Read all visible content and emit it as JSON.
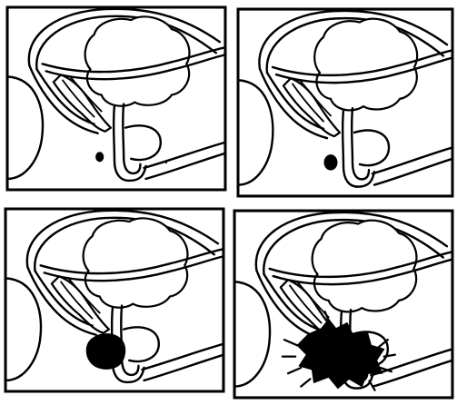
{
  "figure": {
    "panels": [
      {
        "stage": 1,
        "tumor_size": "small"
      },
      {
        "stage": 2,
        "tumor_size": "small-medium"
      },
      {
        "stage": 3,
        "tumor_size": "medium-large"
      },
      {
        "stage": 4,
        "tumor_size": "large-spreading"
      }
    ],
    "colors": {
      "line": "#000000",
      "background": "#ffffff",
      "tumor": "#000000"
    }
  }
}
